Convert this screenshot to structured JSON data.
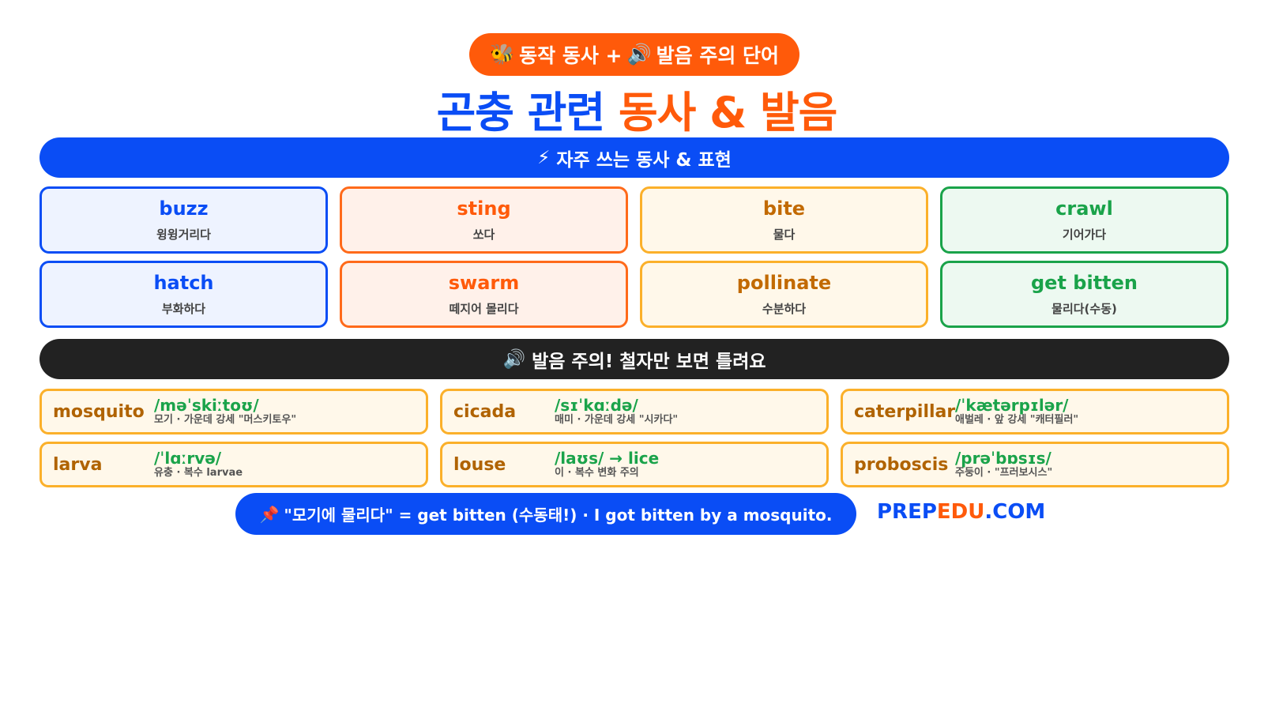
{
  "header": {
    "pill_icon_left": "🐝",
    "pill_text_left": "동작 동사 +",
    "pill_icon_right": "🔊",
    "pill_text_right": "발음 주의 단어",
    "title_part1": "곤충 관련",
    "title_part2": "동사 & 발음"
  },
  "verbs_section": {
    "icon": "⚡",
    "label": "자주 쓰는 동사 & 표현",
    "colors": {
      "blue": "#0a4df5",
      "orange": "#ff5a0a",
      "amber": "#c26a00",
      "green": "#1aa34a"
    },
    "items": [
      {
        "word": "buzz",
        "meaning": "윙윙거리다"
      },
      {
        "word": "sting",
        "meaning": "쏘다"
      },
      {
        "word": "bite",
        "meaning": "물다"
      },
      {
        "word": "crawl",
        "meaning": "기어가다"
      },
      {
        "word": "hatch",
        "meaning": "부화하다"
      },
      {
        "word": "swarm",
        "meaning": "떼지어 몰리다"
      },
      {
        "word": "pollinate",
        "meaning": "수분하다"
      },
      {
        "word": "get bitten",
        "meaning": "물리다(수동)"
      }
    ]
  },
  "pronunciation_section": {
    "icon": "🔊",
    "label": "발음 주의! 철자만 보면 틀려요",
    "items": [
      {
        "word": "mosquito",
        "ipa": "/məˈskiːtoʊ/",
        "note": "모기 · 가운데 강세 \"머스키토우\""
      },
      {
        "word": "cicada",
        "ipa": "/sɪˈkɑːdə/",
        "note": "매미 · 가운데 강세 \"시카다\""
      },
      {
        "word": "caterpillar",
        "ipa": "/ˈkætərpɪlər/",
        "note": "애벌레 · 앞 강세 \"캐터필러\""
      },
      {
        "word": "larva",
        "ipa": "/ˈlɑːrvə/",
        "note": "유충 · 복수 larvae"
      },
      {
        "word": "louse",
        "ipa": "/laʊs/ → lice",
        "note": "이 · 복수 변화 주의"
      },
      {
        "word": "proboscis",
        "ipa": "/prəˈbɒsɪs/",
        "note": "주둥이 · \"프러보시스\""
      }
    ]
  },
  "footer": {
    "pin_icon": "📌",
    "tip": "\"모기에 물리다\" = get bitten (수동태!) · I got bitten by a mosquito.",
    "brand_part1": "PREP",
    "brand_part2": "EDU",
    "brand_part3": ".COM"
  }
}
